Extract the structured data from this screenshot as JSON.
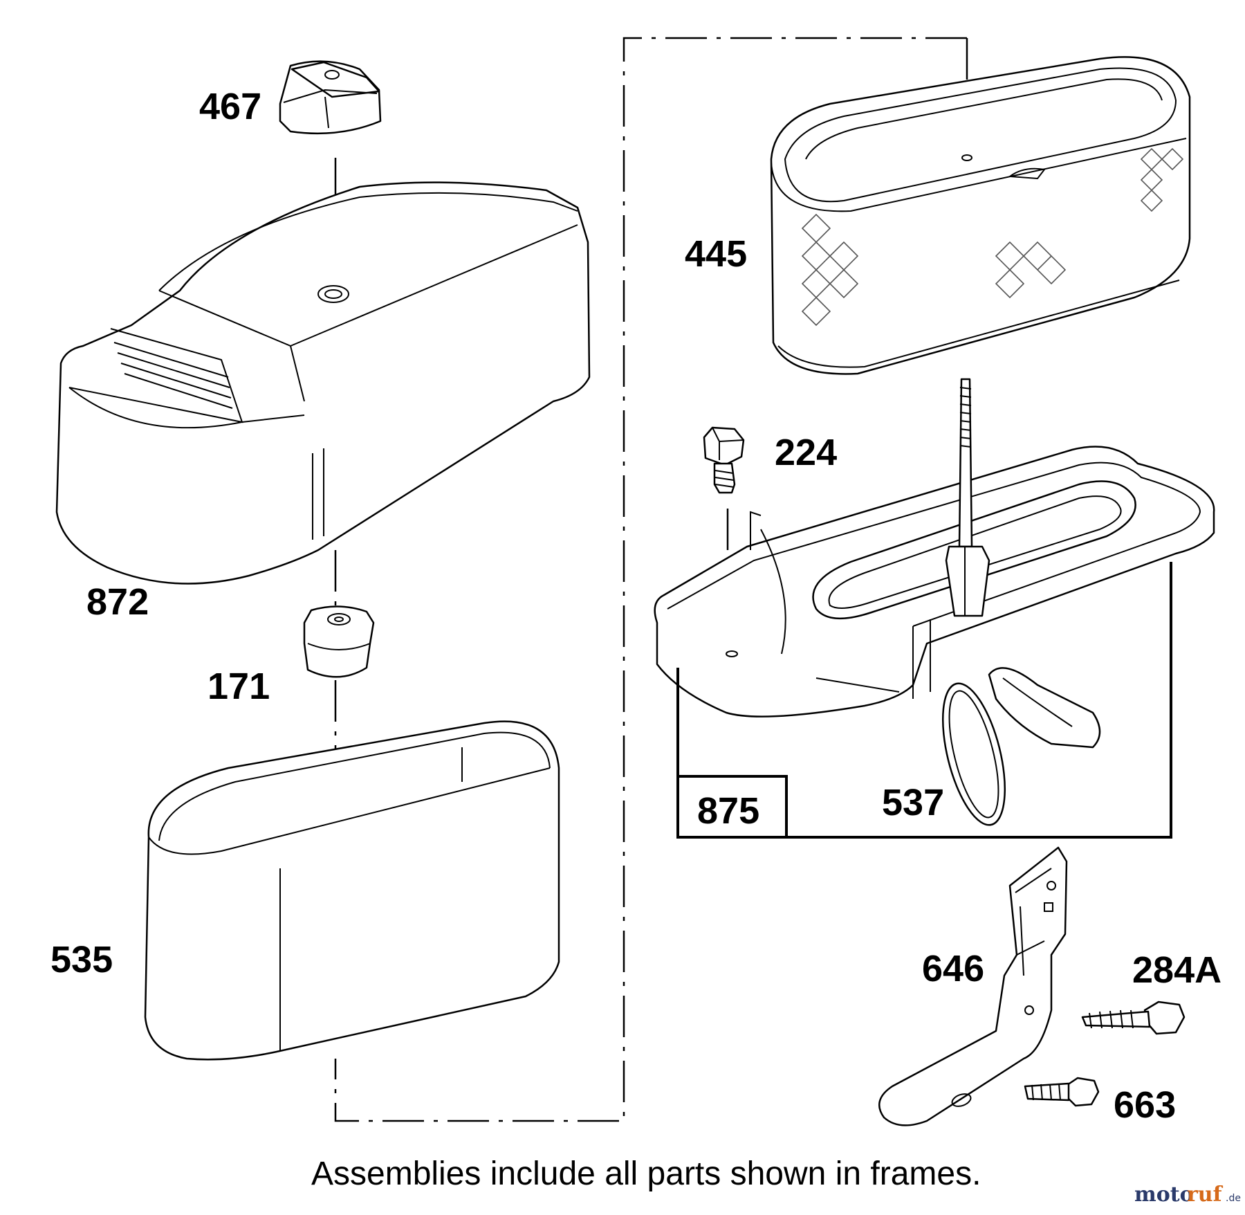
{
  "parts": [
    {
      "id": "467",
      "label": "467"
    },
    {
      "id": "872",
      "label": "872"
    },
    {
      "id": "171",
      "label": "171"
    },
    {
      "id": "535",
      "label": "535"
    },
    {
      "id": "445",
      "label": "445"
    },
    {
      "id": "224",
      "label": "224"
    },
    {
      "id": "875",
      "label": "875"
    },
    {
      "id": "537",
      "label": "537"
    },
    {
      "id": "646",
      "label": "646"
    },
    {
      "id": "284A",
      "label": "284A"
    },
    {
      "id": "663",
      "label": "663"
    }
  ],
  "caption": "Assemblies include all parts shown in frames.",
  "watermark": {
    "part1": "moto",
    "part2": "ruf",
    "suffix": ".de"
  }
}
